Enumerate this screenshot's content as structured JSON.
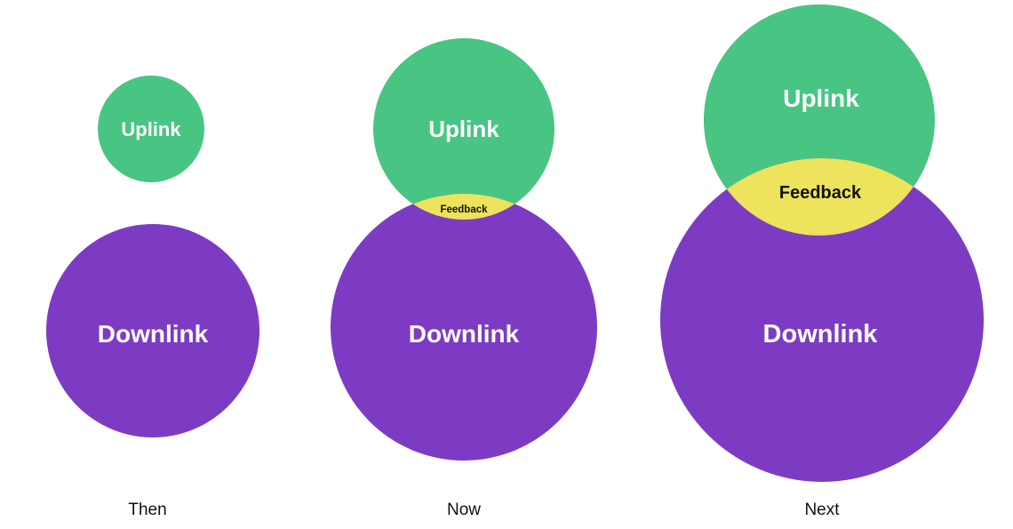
{
  "stages": [
    {
      "id": "then",
      "stage_label": "Then",
      "uplink_label": "Uplink",
      "downlink_label": "Downlink",
      "feedback_label": null,
      "uplink_radius": "60",
      "downlink_radius": "120",
      "has_overlap": false
    },
    {
      "id": "now",
      "stage_label": "Now",
      "uplink_label": "Uplink",
      "downlink_label": "Downlink",
      "feedback_label": "Feedback",
      "uplink_radius": "102",
      "downlink_radius": "150",
      "has_overlap": true
    },
    {
      "id": "next",
      "stage_label": "Next",
      "uplink_label": "Uplink",
      "downlink_label": "Downlink",
      "feedback_label": "Feedback",
      "uplink_radius": "130",
      "downlink_radius": "182",
      "has_overlap": true
    }
  ],
  "colors": {
    "uplink": "#48C583",
    "downlink": "#7D3BC4",
    "feedback": "#EDE35C",
    "circle_text": "#FFFFFF",
    "dark_text": "#111111",
    "background": "#FFFFFF"
  }
}
